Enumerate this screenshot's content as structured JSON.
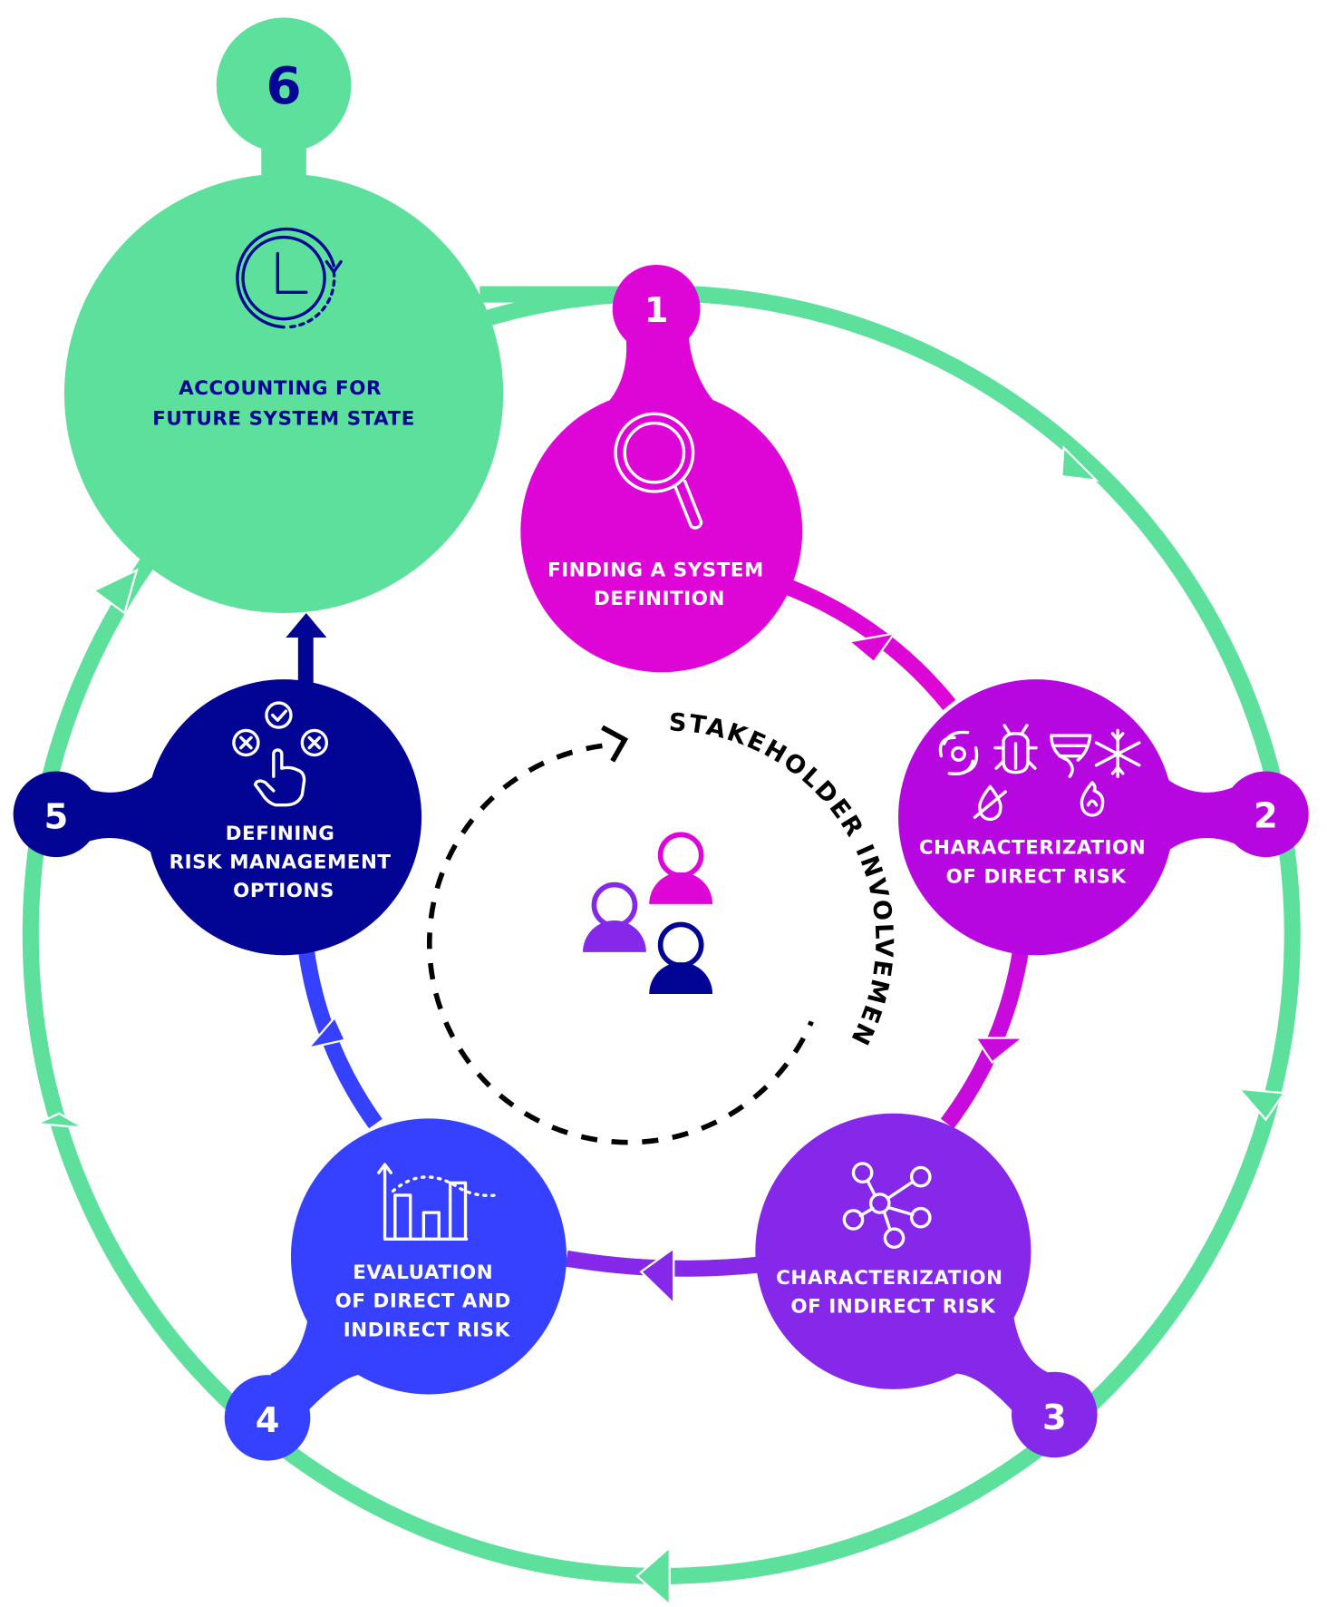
{
  "colors": {
    "green": "#5CE09C",
    "magenta": "#DE06D6",
    "violet": "#B707E0",
    "purple": "#8628EA",
    "blue": "#3541FF",
    "navy": "#020594",
    "white": "#FFFFFF",
    "black": "#000000"
  },
  "center": {
    "label": "STAKEHOLDER INVOLVEMENT",
    "icon": "people-group-icon"
  },
  "steps": [
    {
      "number": "1",
      "lines": [
        "FINDING A SYSTEM",
        "DEFINITION"
      ],
      "icon": "magnifier-icon"
    },
    {
      "number": "2",
      "lines": [
        "CHARACTERIZATION",
        "OF DIRECT RISK"
      ],
      "icons": [
        "hurricane-icon",
        "bug-icon",
        "tornado-icon",
        "snowflake-icon",
        "drought-icon",
        "fire-icon"
      ]
    },
    {
      "number": "3",
      "lines": [
        "CHARACTERIZATION",
        "OF INDIRECT RISK"
      ],
      "icon": "network-icon"
    },
    {
      "number": "4",
      "lines": [
        "EVALUATION",
        "OF DIRECT AND",
        "INDIRECT RISK"
      ],
      "icon": "bar-chart-icon"
    },
    {
      "number": "5",
      "lines": [
        "DEFINING",
        "RISK MANAGEMENT",
        "OPTIONS"
      ],
      "icon": "hand-choice-icon"
    },
    {
      "number": "6",
      "lines": [
        "ACCOUNTING FOR",
        "FUTURE SYSTEM STATE"
      ],
      "icon": "clock-cycle-icon"
    }
  ]
}
